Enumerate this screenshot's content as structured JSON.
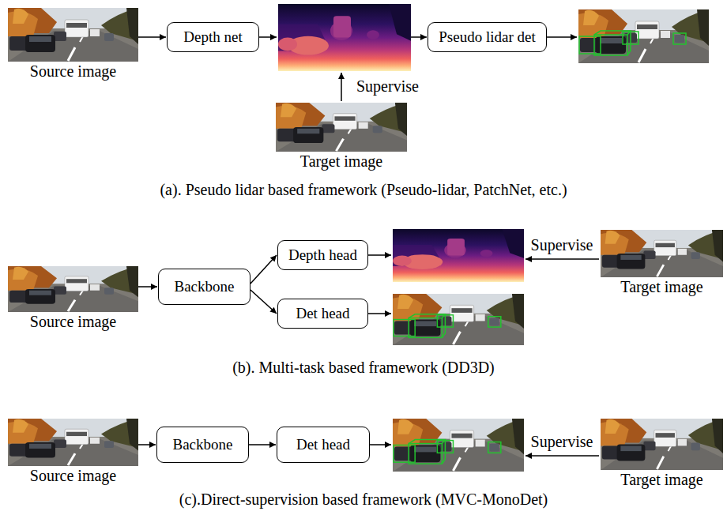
{
  "diagram": {
    "nodes": [
      {
        "text": [
          "Source image"
        ]
      },
      {
        "text": [
          "Depth net"
        ]
      },
      {
        "text": [
          "Pseudo lidar det"
        ]
      },
      {
        "text": [
          "Target image"
        ]
      },
      {
        "text": [
          "Source image"
        ]
      },
      {
        "text": [
          "Backbone"
        ]
      },
      {
        "text": [
          "Depth head"
        ]
      },
      {
        "text": [
          "Det head"
        ]
      },
      {
        "text": [
          "Target image"
        ]
      },
      {
        "text": [
          "Source image"
        ]
      },
      {
        "text": [
          "Backbone"
        ]
      },
      {
        "text": [
          "Det head"
        ]
      },
      {
        "text": [
          "Target image"
        ]
      }
    ],
    "edges": [
      {
        "from": 0,
        "to": 1,
        "arrow": "to"
      },
      {
        "from": 4,
        "to": 5,
        "arrow": "to"
      },
      {
        "from": 5,
        "to": 6,
        "arrow": "to"
      },
      {
        "from": 5,
        "to": 7,
        "arrow": "to"
      },
      {
        "from": 9,
        "to": 10,
        "arrow": "to"
      },
      {
        "from": 10,
        "to": 11,
        "arrow": "to"
      }
    ],
    "labels": [
      "Supervise",
      "(a). Pseudo lidar based framework (Pseudo-lidar, PatchNet, etc.)",
      "Supervise",
      "(b). Multi-task based framework (DD3D)",
      "Supervise",
      "(c).Direct-supervision based framework (MVC-MonoDet)"
    ]
  }
}
